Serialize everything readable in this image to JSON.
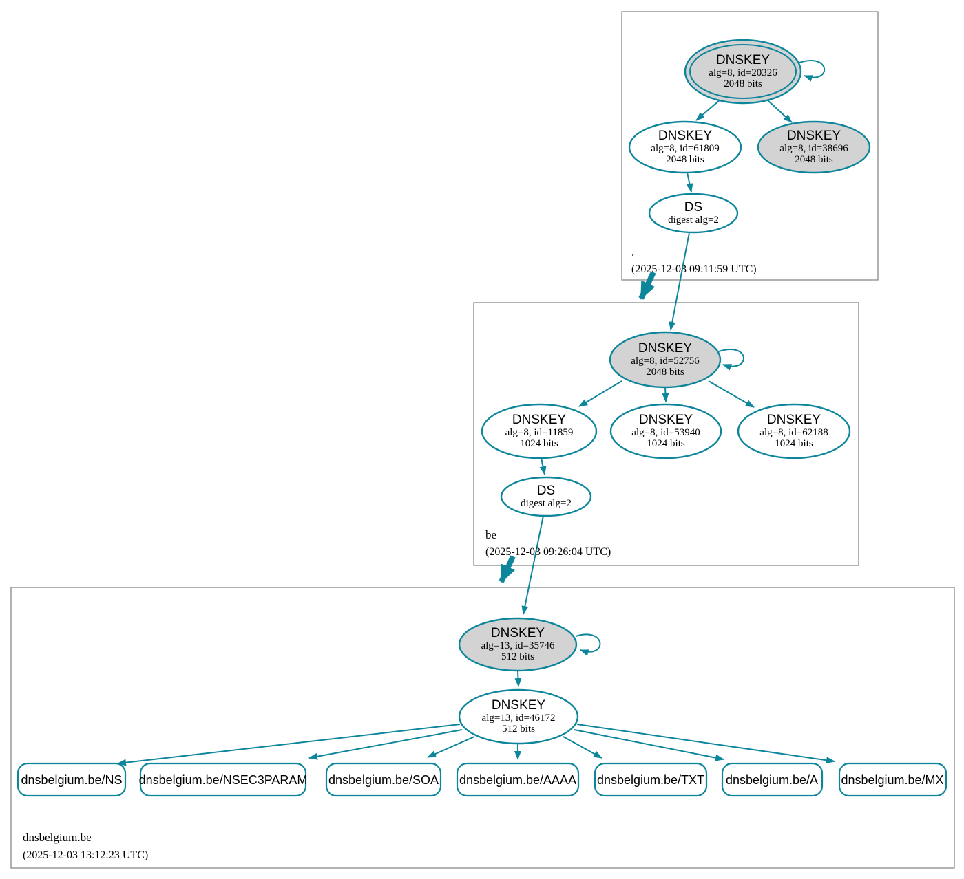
{
  "colors": {
    "accent_teal": "#0d869c",
    "ksk_fill_gray": "#d3d3d3",
    "node_fill": "#ffffff",
    "zone_border_gray": "#7f7f7f",
    "text": "#000000"
  },
  "zones": [
    {
      "label": ".",
      "timestamp": "(2025-12-03 09:11:59 UTC)",
      "keys": [
        {
          "type": "DNSKEY",
          "detail": "alg=8, id=20326",
          "bits": "2048 bits"
        },
        {
          "type": "DNSKEY",
          "detail": "alg=8, id=61809",
          "bits": "2048 bits"
        },
        {
          "type": "DNSKEY",
          "detail": "alg=8, id=38696",
          "bits": "2048 bits"
        }
      ],
      "ds": {
        "type": "DS",
        "detail": "digest alg=2"
      }
    },
    {
      "label": "be",
      "timestamp": "(2025-12-03 09:26:04 UTC)",
      "keys": [
        {
          "type": "DNSKEY",
          "detail": "alg=8, id=52756",
          "bits": "2048 bits"
        },
        {
          "type": "DNSKEY",
          "detail": "alg=8, id=11859",
          "bits": "1024 bits"
        },
        {
          "type": "DNSKEY",
          "detail": "alg=8, id=53940",
          "bits": "1024 bits"
        },
        {
          "type": "DNSKEY",
          "detail": "alg=8, id=62188",
          "bits": "1024 bits"
        }
      ],
      "ds": {
        "type": "DS",
        "detail": "digest alg=2"
      }
    },
    {
      "label": "dnsbelgium.be",
      "timestamp": "(2025-12-03 13:12:23 UTC)",
      "keys": [
        {
          "type": "DNSKEY",
          "detail": "alg=13, id=35746",
          "bits": "512 bits"
        },
        {
          "type": "DNSKEY",
          "detail": "alg=13, id=46172",
          "bits": "512 bits"
        }
      ],
      "rrsets": [
        "dnsbelgium.be/NS",
        "dnsbelgium.be/NSEC3PARAM",
        "dnsbelgium.be/SOA",
        "dnsbelgium.be/AAAA",
        "dnsbelgium.be/TXT",
        "dnsbelgium.be/A",
        "dnsbelgium.be/MX"
      ]
    }
  ]
}
